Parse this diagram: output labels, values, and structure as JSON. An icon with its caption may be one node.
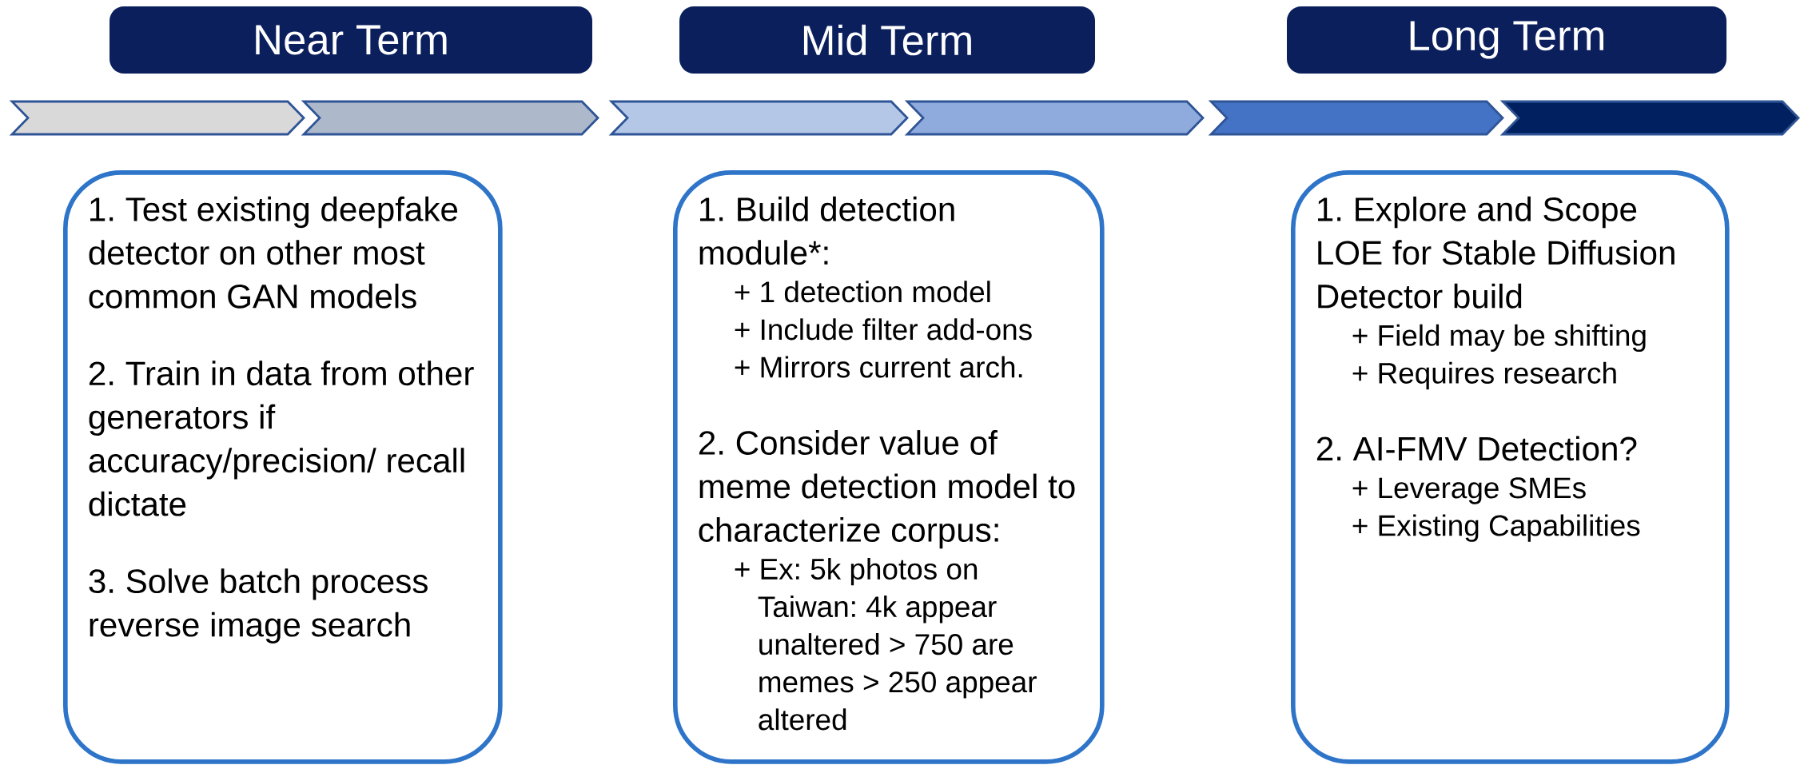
{
  "diagram": {
    "nodes": [
      {
        "text": [
          "Near Term"
        ]
      },
      {
        "text": [
          "Mid Term"
        ]
      },
      {
        "text": [
          "Long Term"
        ]
      },
      {
        "text": [
          "1. Test existing deepfake detector on other most common GAN models",
          "2. Train in data from other generators if accuracy/precision/ recall dictate",
          "3. Solve batch process reverse image search"
        ]
      },
      {
        "text": [
          "1. Build detection module*:",
          "+ 1 detection model",
          "+ Include filter add-ons",
          "+ Mirrors current arch.",
          "2. Consider value of meme detection model to characterize corpus:",
          "+ Ex: 5k photos on Taiwan: 4k appear unaltered > 750 are memes > 250 appear altered"
        ]
      },
      {
        "text": [
          "1. Explore and Scope LOE for Stable Diffusion Detector build",
          "+ Field may be shifting",
          "+ Requires research",
          "2. AI-FMV Detection?",
          "+ Leverage SMEs",
          "+ Existing Capabilities"
        ]
      }
    ]
  }
}
